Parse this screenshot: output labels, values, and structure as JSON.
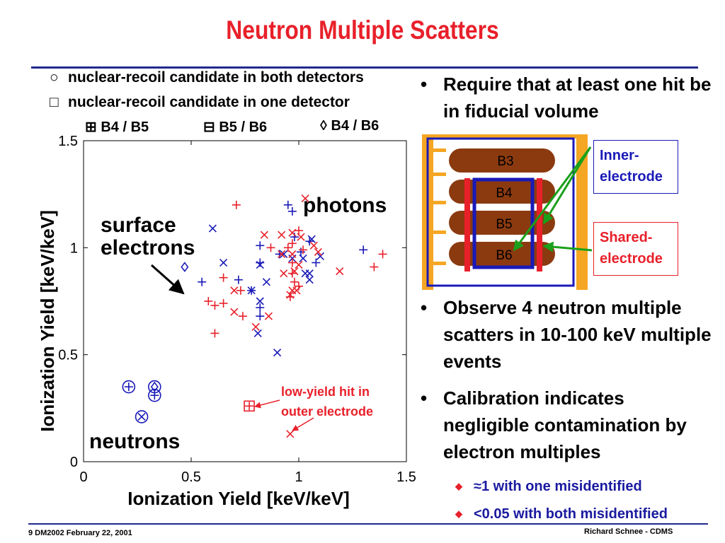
{
  "slide": {
    "title": "Neutron Multiple Scatters",
    "footer_left": "9 DM2002 February 22, 2001",
    "footer_right": "Richard Schnee - CDMS"
  },
  "legend": {
    "line1_symbol": "○",
    "line1_text": "nuclear-recoil candidate in both detectors",
    "line2_symbol": "□",
    "line2_text": "nuclear-recoil candidate in one detector",
    "pairs": [
      {
        "symbol": "⊞",
        "label": "B4 / B5"
      },
      {
        "symbol": "⊟",
        "label": "B5 / B6"
      },
      {
        "symbol": "◊",
        "label": "B4 / B6"
      }
    ]
  },
  "bullets": [
    {
      "marker": "•",
      "text": "Require that at least one hit be in fiducial volume"
    },
    {
      "marker": "•",
      "text": "Observe 4 neutron multiple scatters in 10-100 keV multiple events"
    },
    {
      "marker": "•",
      "text": "Calibration indicates negligible contamination by electron multiples"
    }
  ],
  "sub_bullets": [
    {
      "marker": "◆",
      "text": "≈1 with one misidentified"
    },
    {
      "marker": "◆",
      "text": "<0.05 with both misidentified"
    }
  ],
  "detector": {
    "labels": [
      "B3",
      "B4",
      "B5",
      "B6"
    ],
    "inner_callout": "Inner-\nelectrode",
    "shared_callout": "Shared-\nelectrode",
    "colors": {
      "orange": "#f5a623",
      "brown": "#8b3a10",
      "blue": "#1a1ab8",
      "red": "#e8202a",
      "green": "#1aa01a"
    }
  },
  "chart_data": {
    "type": "scatter",
    "xlabel": "Ionization Yield [keV/keV]",
    "ylabel": "Ionization Yield [keV/keV]",
    "xlim": [
      0,
      1.5
    ],
    "ylim": [
      0,
      1.5
    ],
    "xticks": [
      "0",
      "0.5",
      "1",
      "1.5"
    ],
    "yticks": [
      "0",
      "0.5",
      "1",
      "1.5"
    ],
    "colors": {
      "blue": "#1a1ab8",
      "red": "#e8202a"
    },
    "annotations": {
      "photons": "photons",
      "surface": "surface\nelectrons",
      "neutrons": "neutrons",
      "lowyield": "low-yield hit in\nouter electrode"
    },
    "series": [
      {
        "marker": "plus",
        "color": "blue",
        "points": [
          [
            0.95,
            1.2
          ],
          [
            0.97,
            1.17
          ],
          [
            0.82,
            1.01
          ],
          [
            1.3,
            0.99
          ],
          [
            0.82,
            0.93
          ],
          [
            0.72,
            0.85
          ],
          [
            0.55,
            0.84
          ],
          [
            0.82,
            0.72
          ],
          [
            0.82,
            0.68
          ],
          [
            0.78,
            0.8
          ],
          [
            1.05,
            1.03
          ],
          [
            0.98,
            1.05
          ],
          [
            0.91,
            0.97
          ],
          [
            1.01,
            0.98
          ],
          [
            1.08,
            0.93
          ]
        ]
      },
      {
        "marker": "cross",
        "color": "blue",
        "points": [
          [
            0.6,
            1.09
          ],
          [
            0.65,
            0.93
          ],
          [
            0.93,
            0.97
          ],
          [
            0.97,
            0.95
          ],
          [
            1.06,
            1.04
          ],
          [
            1.02,
            0.95
          ],
          [
            1.05,
            0.88
          ],
          [
            1.1,
            0.96
          ],
          [
            0.85,
            0.84
          ],
          [
            0.82,
            0.75
          ],
          [
            0.78,
            0.8
          ],
          [
            0.9,
            0.51
          ],
          [
            0.81,
            0.6
          ],
          [
            0.82,
            0.92
          ],
          [
            1.03,
            0.88
          ],
          [
            1.05,
            0.85
          ]
        ]
      },
      {
        "marker": "plus",
        "color": "red",
        "points": [
          [
            0.71,
            1.2
          ],
          [
            0.97,
            1.02
          ],
          [
            1.0,
            1.08
          ],
          [
            1.02,
            0.99
          ],
          [
            0.97,
            0.93
          ],
          [
            0.97,
            0.88
          ],
          [
            0.96,
            0.77
          ],
          [
            1.0,
            0.82
          ],
          [
            0.87,
            1.0
          ],
          [
            1.35,
            0.91
          ],
          [
            1.39,
            0.97
          ],
          [
            0.58,
            0.75
          ],
          [
            0.65,
            0.74
          ],
          [
            0.61,
            0.73
          ],
          [
            0.73,
            0.8
          ],
          [
            0.61,
            0.6
          ],
          [
            0.74,
            0.68
          ],
          [
            0.65,
            0.86
          ],
          [
            0.98,
            0.84
          ],
          [
            0.95,
            1.0
          ]
        ]
      },
      {
        "marker": "cross",
        "color": "red",
        "points": [
          [
            1.03,
            1.23
          ],
          [
            0.97,
            1.07
          ],
          [
            0.92,
            1.06
          ],
          [
            0.84,
            1.06
          ],
          [
            1.07,
            1.01
          ],
          [
            1.09,
            0.98
          ],
          [
            0.97,
            0.97
          ],
          [
            1.0,
            0.92
          ],
          [
            0.98,
            0.89
          ],
          [
            0.93,
            0.88
          ],
          [
            1.19,
            0.89
          ],
          [
            0.99,
            0.8
          ],
          [
            0.96,
            0.78
          ],
          [
            0.97,
            0.8
          ],
          [
            0.7,
            0.8
          ],
          [
            0.7,
            0.7
          ],
          [
            0.8,
            0.63
          ],
          [
            0.86,
            0.68
          ],
          [
            1.01,
            1.05
          ],
          [
            0.96,
            0.13
          ],
          [
            0.92,
            0.97
          ]
        ]
      },
      {
        "marker": "diamond",
        "color": "blue",
        "points": [
          [
            0.47,
            0.91
          ]
        ]
      },
      {
        "marker": "circle-plus",
        "color": "blue",
        "points": [
          [
            0.21,
            0.35
          ],
          [
            0.33,
            0.31
          ]
        ]
      },
      {
        "marker": "circle-x",
        "color": "blue",
        "points": [
          [
            0.27,
            0.21
          ]
        ]
      },
      {
        "marker": "circle-diamond",
        "color": "blue",
        "points": [
          [
            0.33,
            0.35
          ]
        ]
      },
      {
        "marker": "square-plus",
        "color": "red",
        "points": [
          [
            0.77,
            0.26
          ]
        ]
      }
    ]
  }
}
